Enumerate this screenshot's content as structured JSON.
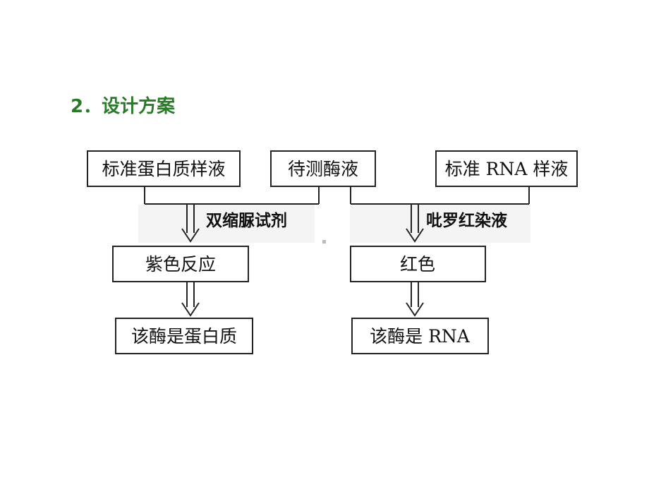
{
  "heading": "2．设计方案",
  "boxes": {
    "standard_protein": "标准蛋白质样液",
    "test_enzyme": "待测酶液",
    "standard_rna": "标准 RNA 样液",
    "purple_reaction": "紫色反应",
    "red_color": "红色",
    "result_protein": "该酶是蛋白质",
    "result_rna": "该酶是 RNA"
  },
  "reagents": {
    "biuret": "双缩脲试剂",
    "pyronin": "吡罗红染液"
  },
  "colors": {
    "heading": "#2a7a2a",
    "stroke": "#222222",
    "text": "#111111"
  }
}
